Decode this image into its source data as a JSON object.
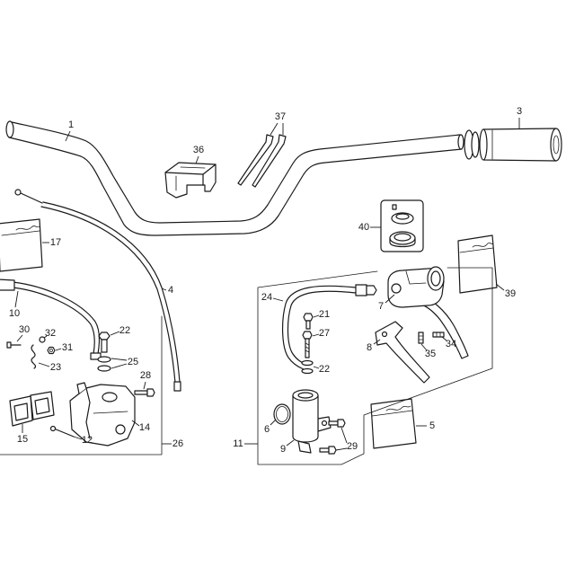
{
  "colors": {
    "line": "#1a1a1a",
    "background": "#ffffff"
  },
  "callouts": {
    "c1": "1",
    "c3": "3",
    "c4": "4",
    "c5": "5",
    "c6": "6",
    "c7": "7",
    "c8": "8",
    "c9": "9",
    "c10": "10",
    "c11": "11",
    "c12": "12",
    "c14": "14",
    "c15": "15",
    "c17": "17",
    "c21": "21",
    "c22_left": "22",
    "c22_right": "22",
    "c23": "23",
    "c24": "24",
    "c25": "25",
    "c26": "26",
    "c27": "27",
    "c28": "28",
    "c29": "29",
    "c30": "30",
    "c31": "31",
    "c32": "32",
    "c34": "34",
    "c35": "35",
    "c36": "36",
    "c37": "37",
    "c39": "39",
    "c40": "40"
  }
}
